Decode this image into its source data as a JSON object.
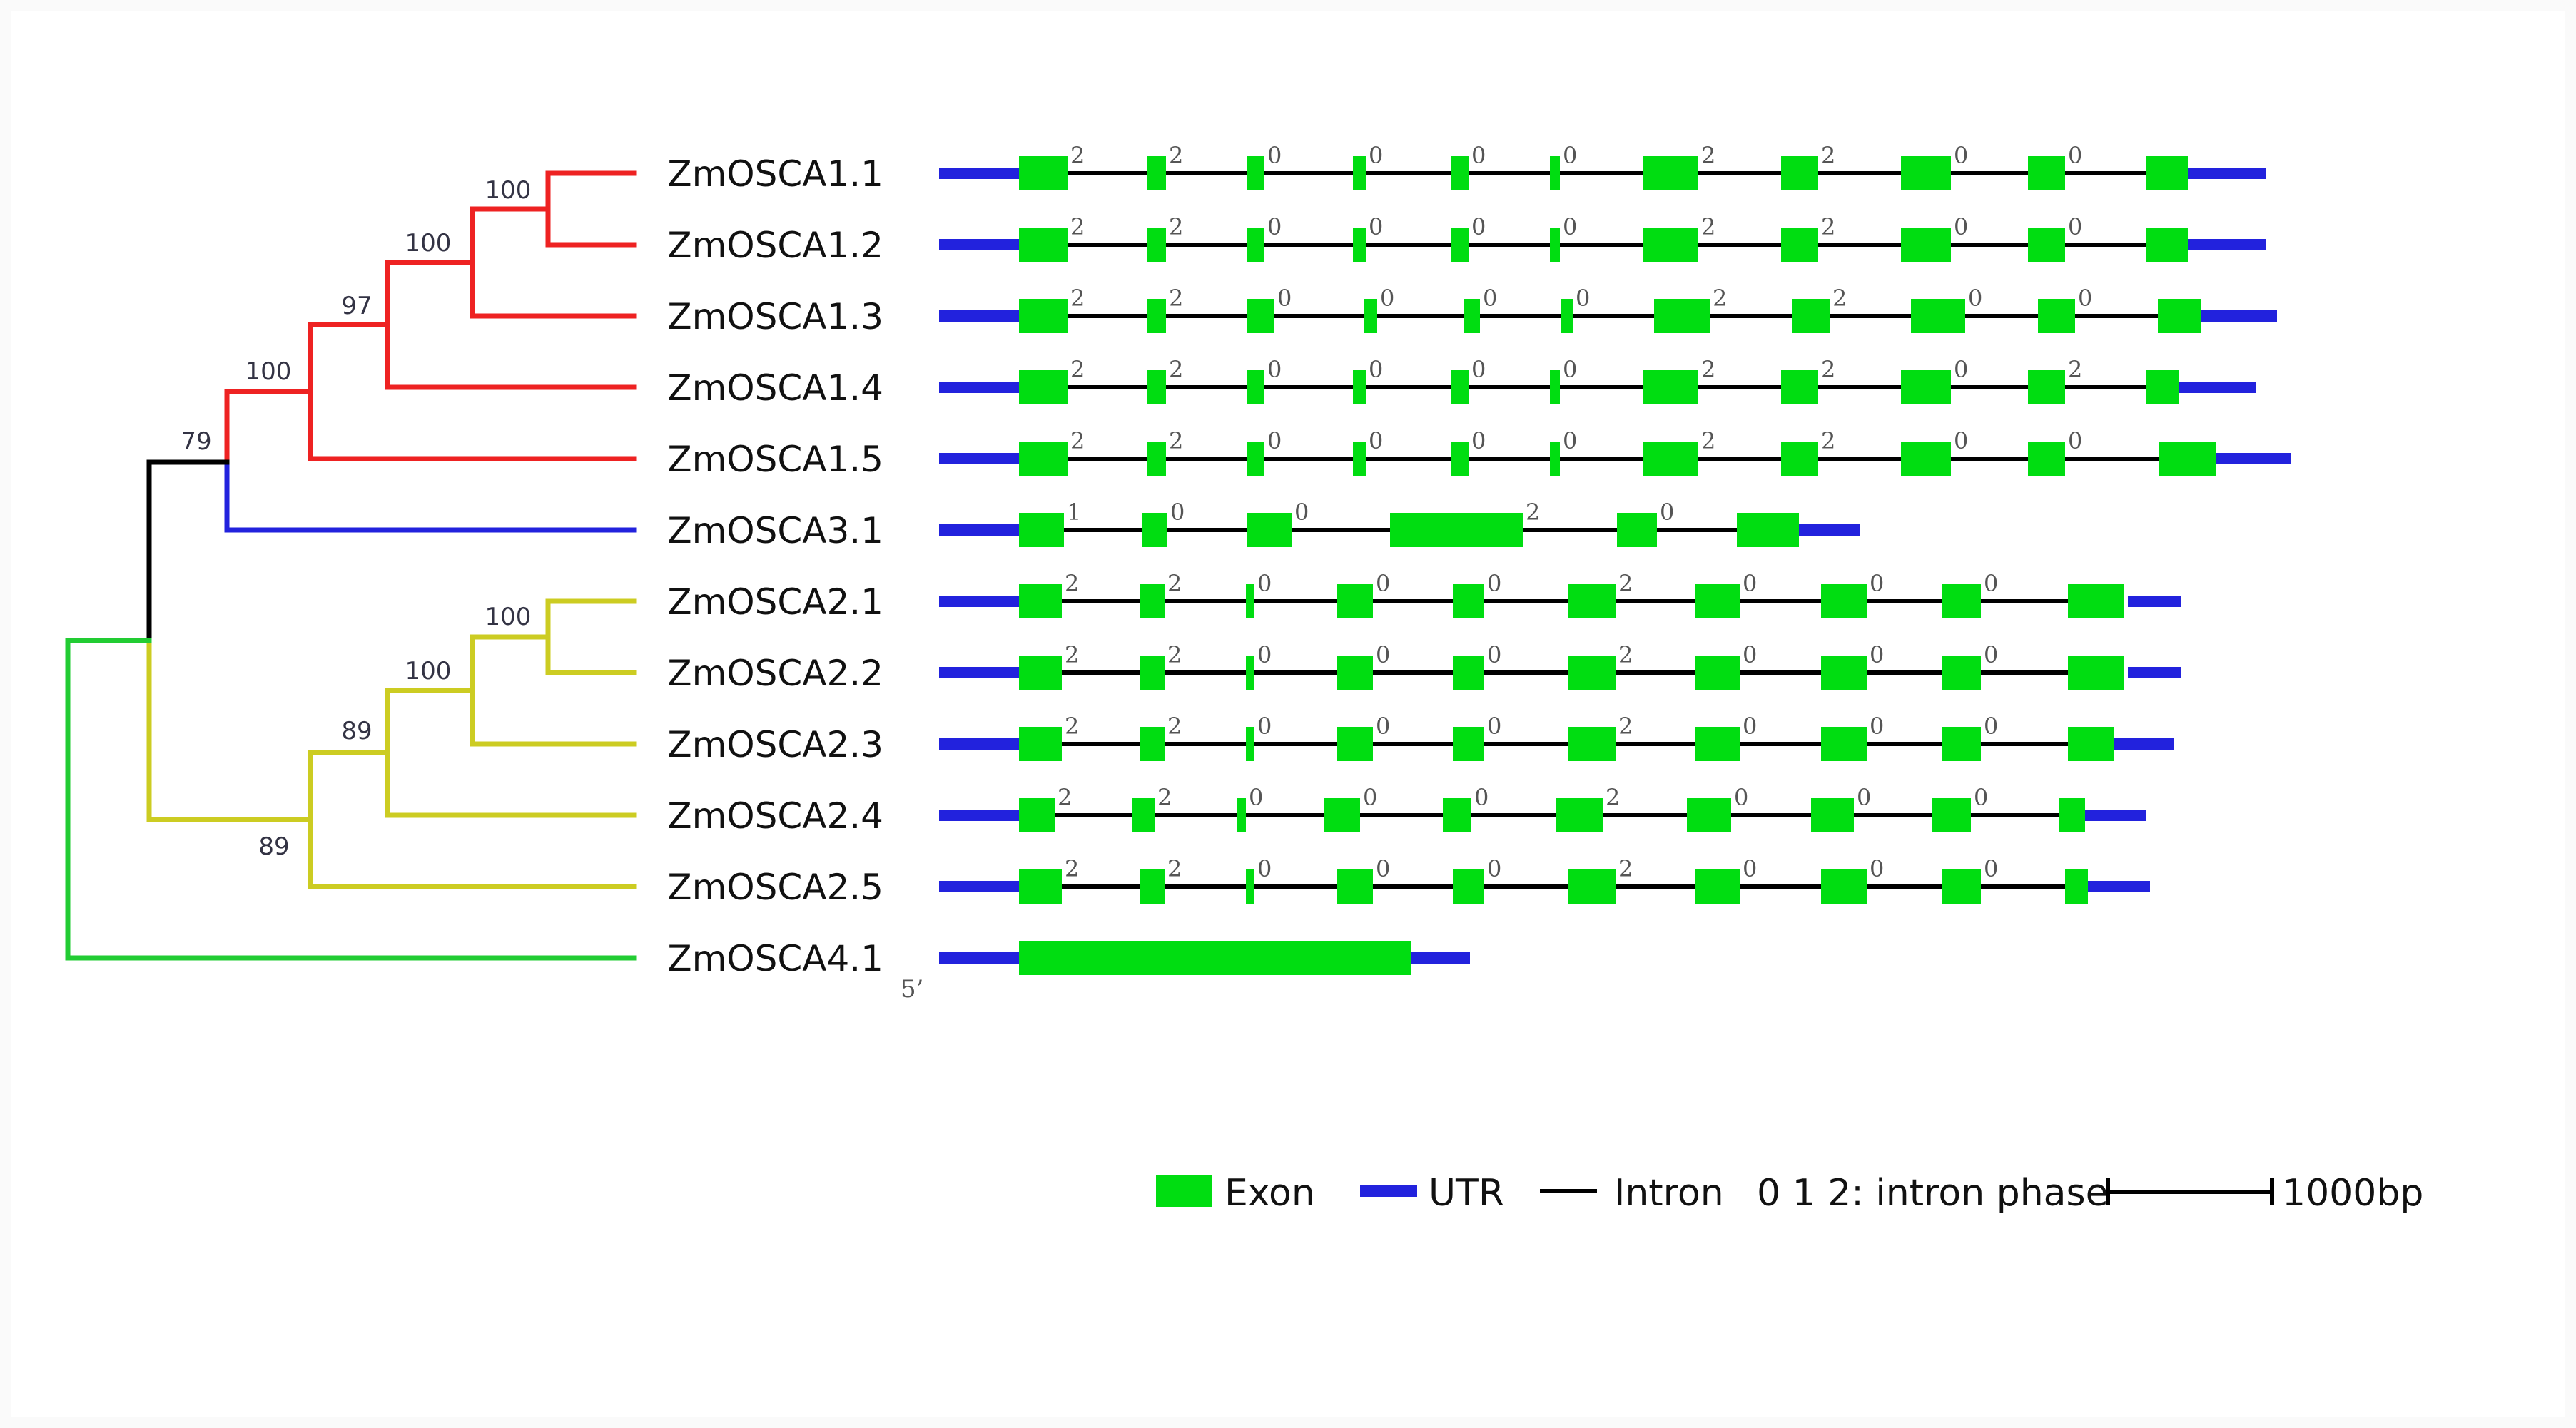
{
  "colors": {
    "clade_red": "#ee2222",
    "clade_blue": "#2222dd",
    "clade_yellow": "#cccc22",
    "clade_green": "#22cc33",
    "root": "#000000",
    "exon": "#00dd11",
    "utr": "#2222dd",
    "intron": "#000000",
    "background": "#ffffff",
    "panel": "#ffffff",
    "outer": "#fafafa"
  },
  "tree": {
    "bootstraps": [
      "100",
      "100",
      "97",
      "100",
      "79",
      "100",
      "100",
      "89",
      "89"
    ]
  },
  "five_prime_label": "5’",
  "genes": [
    {
      "name": "ZmOSCA1.1",
      "utr5": [
        0,
        112
      ],
      "utr3": [
        1740,
        1860
      ],
      "exons": [
        [
          112,
          180
        ],
        [
          292,
          318
        ],
        [
          432,
          456
        ],
        [
          580,
          598
        ],
        [
          718,
          742
        ],
        [
          856,
          870
        ],
        [
          986,
          1064
        ],
        [
          1180,
          1232
        ],
        [
          1348,
          1418
        ],
        [
          1526,
          1578
        ],
        [
          1692,
          1750
        ]
      ],
      "phases": [
        "2",
        "2",
        "0",
        "0",
        "0",
        "0",
        "2",
        "2",
        "0",
        "0"
      ]
    },
    {
      "name": "ZmOSCA1.2",
      "utr5": [
        0,
        112
      ],
      "utr3": [
        1740,
        1860
      ],
      "exons": [
        [
          112,
          180
        ],
        [
          292,
          318
        ],
        [
          432,
          456
        ],
        [
          580,
          598
        ],
        [
          718,
          742
        ],
        [
          856,
          870
        ],
        [
          986,
          1064
        ],
        [
          1180,
          1232
        ],
        [
          1348,
          1418
        ],
        [
          1526,
          1578
        ],
        [
          1692,
          1750
        ]
      ],
      "phases": [
        "2",
        "2",
        "0",
        "0",
        "0",
        "0",
        "2",
        "2",
        "0",
        "0"
      ]
    },
    {
      "name": "ZmOSCA1.3",
      "utr5": [
        0,
        112
      ],
      "utr3": [
        1750,
        1875
      ],
      "exons": [
        [
          112,
          180
        ],
        [
          292,
          318
        ],
        [
          432,
          470
        ],
        [
          595,
          614
        ],
        [
          735,
          758
        ],
        [
          872,
          888
        ],
        [
          1002,
          1080
        ],
        [
          1195,
          1248
        ],
        [
          1362,
          1438
        ],
        [
          1540,
          1592
        ],
        [
          1708,
          1768
        ]
      ],
      "phases": [
        "2",
        "2",
        "0",
        "0",
        "0",
        "0",
        "2",
        "2",
        "0",
        "0"
      ]
    },
    {
      "name": "ZmOSCA1.4",
      "utr5": [
        0,
        112
      ],
      "utr3": [
        1720,
        1845
      ],
      "exons": [
        [
          112,
          180
        ],
        [
          292,
          318
        ],
        [
          432,
          456
        ],
        [
          580,
          598
        ],
        [
          718,
          742
        ],
        [
          856,
          870
        ],
        [
          986,
          1064
        ],
        [
          1180,
          1232
        ],
        [
          1348,
          1418
        ],
        [
          1526,
          1578
        ],
        [
          1692,
          1738
        ]
      ],
      "phases": [
        "2",
        "2",
        "0",
        "0",
        "0",
        "0",
        "2",
        "2",
        "0",
        "2"
      ]
    },
    {
      "name": "ZmOSCA1.5",
      "utr5": [
        0,
        112
      ],
      "utr3": [
        1770,
        1895
      ],
      "exons": [
        [
          112,
          180
        ],
        [
          292,
          318
        ],
        [
          432,
          456
        ],
        [
          580,
          598
        ],
        [
          718,
          742
        ],
        [
          856,
          870
        ],
        [
          986,
          1064
        ],
        [
          1180,
          1232
        ],
        [
          1348,
          1418
        ],
        [
          1526,
          1578
        ],
        [
          1710,
          1790
        ]
      ],
      "phases": [
        "2",
        "2",
        "0",
        "0",
        "0",
        "0",
        "2",
        "2",
        "0",
        "0"
      ]
    },
    {
      "name": "ZmOSCA3.1",
      "utr5": [
        0,
        112
      ],
      "utr3": [
        1200,
        1290
      ],
      "exons": [
        [
          112,
          175
        ],
        [
          285,
          320
        ],
        [
          432,
          494
        ],
        [
          632,
          818
        ],
        [
          950,
          1006
        ],
        [
          1118,
          1205
        ]
      ],
      "phases": [
        "1",
        "0",
        "0",
        "2",
        "0"
      ]
    },
    {
      "name": "ZmOSCA2.1",
      "utr5": [
        0,
        112
      ],
      "utr3": [
        1666,
        1740
      ],
      "exons": [
        [
          112,
          172
        ],
        [
          282,
          316
        ],
        [
          430,
          442
        ],
        [
          558,
          608
        ],
        [
          720,
          764
        ],
        [
          882,
          948
        ],
        [
          1060,
          1122
        ],
        [
          1236,
          1300
        ],
        [
          1406,
          1460
        ],
        [
          1582,
          1660
        ]
      ],
      "phases": [
        "2",
        "2",
        "0",
        "0",
        "0",
        "2",
        "0",
        "0",
        "0"
      ]
    },
    {
      "name": "ZmOSCA2.2",
      "utr5": [
        0,
        112
      ],
      "utr3": [
        1666,
        1740
      ],
      "exons": [
        [
          112,
          172
        ],
        [
          282,
          316
        ],
        [
          430,
          442
        ],
        [
          558,
          608
        ],
        [
          720,
          764
        ],
        [
          882,
          948
        ],
        [
          1060,
          1122
        ],
        [
          1236,
          1300
        ],
        [
          1406,
          1460
        ],
        [
          1582,
          1660
        ]
      ],
      "phases": [
        "2",
        "2",
        "0",
        "0",
        "0",
        "2",
        "0",
        "0",
        "0"
      ]
    },
    {
      "name": "ZmOSCA2.3",
      "utr5": [
        0,
        112
      ],
      "utr3": [
        1642,
        1730
      ],
      "exons": [
        [
          112,
          172
        ],
        [
          282,
          316
        ],
        [
          430,
          442
        ],
        [
          558,
          608
        ],
        [
          720,
          764
        ],
        [
          882,
          948
        ],
        [
          1060,
          1122
        ],
        [
          1236,
          1300
        ],
        [
          1406,
          1460
        ],
        [
          1582,
          1646
        ]
      ],
      "phases": [
        "2",
        "2",
        "0",
        "0",
        "0",
        "2",
        "0",
        "0",
        "0"
      ]
    },
    {
      "name": "ZmOSCA2.4",
      "utr5": [
        0,
        112
      ],
      "utr3": [
        1580,
        1692
      ],
      "exons": [
        [
          112,
          162
        ],
        [
          270,
          302
        ],
        [
          418,
          430
        ],
        [
          540,
          590
        ],
        [
          706,
          746
        ],
        [
          864,
          930
        ],
        [
          1048,
          1110
        ],
        [
          1222,
          1282
        ],
        [
          1392,
          1446
        ],
        [
          1570,
          1606
        ]
      ],
      "phases": [
        "2",
        "2",
        "0",
        "0",
        "0",
        "2",
        "0",
        "0",
        "0"
      ]
    },
    {
      "name": "ZmOSCA2.5",
      "utr5": [
        0,
        112
      ],
      "utr3": [
        1585,
        1697
      ],
      "exons": [
        [
          112,
          172
        ],
        [
          282,
          316
        ],
        [
          430,
          442
        ],
        [
          558,
          608
        ],
        [
          720,
          764
        ],
        [
          882,
          948
        ],
        [
          1060,
          1122
        ],
        [
          1236,
          1300
        ],
        [
          1406,
          1460
        ],
        [
          1578,
          1610
        ]
      ],
      "phases": [
        "2",
        "2",
        "0",
        "0",
        "0",
        "2",
        "0",
        "0",
        "0"
      ]
    },
    {
      "name": "ZmOSCA4.1",
      "utr5": [
        0,
        112
      ],
      "utr3": [
        660,
        744
      ],
      "exons": [
        [
          112,
          662
        ]
      ],
      "phases": []
    }
  ],
  "legend": {
    "exon": "Exon",
    "utr": "UTR",
    "intron": "Intron",
    "phase": "0 1 2: intron phase",
    "scale": "1000bp"
  }
}
